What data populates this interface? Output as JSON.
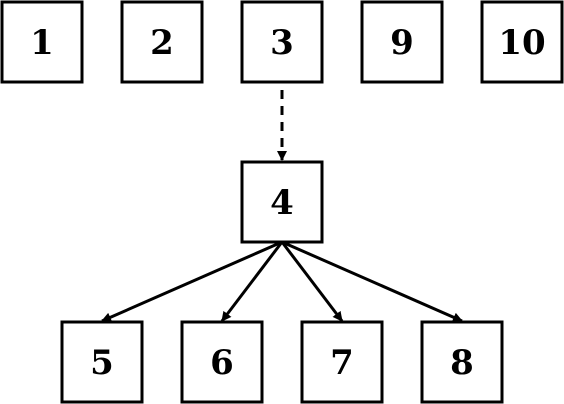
{
  "nodes": [
    {
      "id": "n1",
      "label": "1"
    },
    {
      "id": "n2",
      "label": "2"
    },
    {
      "id": "n3",
      "label": "3"
    },
    {
      "id": "n9",
      "label": "9"
    },
    {
      "id": "n10",
      "label": "10"
    },
    {
      "id": "n4",
      "label": "4"
    },
    {
      "id": "n5",
      "label": "5"
    },
    {
      "id": "n6",
      "label": "6"
    },
    {
      "id": "n7",
      "label": "7"
    },
    {
      "id": "n8",
      "label": "8"
    }
  ],
  "edges": [
    {
      "from": "n3",
      "to": "n4",
      "style": "dashed"
    },
    {
      "from": "n4",
      "to": "n5",
      "style": "solid"
    },
    {
      "from": "n4",
      "to": "n6",
      "style": "solid"
    },
    {
      "from": "n4",
      "to": "n7",
      "style": "solid"
    },
    {
      "from": "n4",
      "to": "n8",
      "style": "solid"
    }
  ],
  "colors": {
    "stroke": "#000000",
    "fill": "#ffffff"
  }
}
